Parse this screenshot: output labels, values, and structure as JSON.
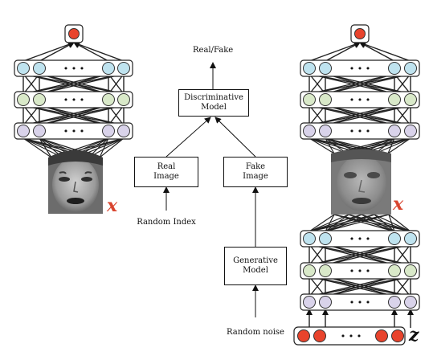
{
  "top_label": "Real/Fake",
  "discriminative_box": {
    "line1": "Discriminative",
    "line2": "Model"
  },
  "real_image_box": {
    "line1": "Real",
    "line2": "Image"
  },
  "fake_image_box": {
    "line1": "Fake",
    "line2": "Image"
  },
  "generative_box": {
    "line1": "Generative",
    "line2": "Model"
  },
  "random_index_label": "Random Index",
  "random_noise_label": "Random noise",
  "left_network": {
    "variable": "x",
    "layer_ellipsis": "• • •"
  },
  "right_network": {
    "output_variable": "x",
    "input_variable": "z",
    "layer_ellipsis": "• • •"
  },
  "colors": {
    "output_node": "#e8432c",
    "top_layer_node": "#bfe3ef",
    "mid_layer_node": "#d9e9c9",
    "bottom_layer_node": "#d9d3ea",
    "noise_node": "#e8432c",
    "variable_label": "#d9442e"
  }
}
